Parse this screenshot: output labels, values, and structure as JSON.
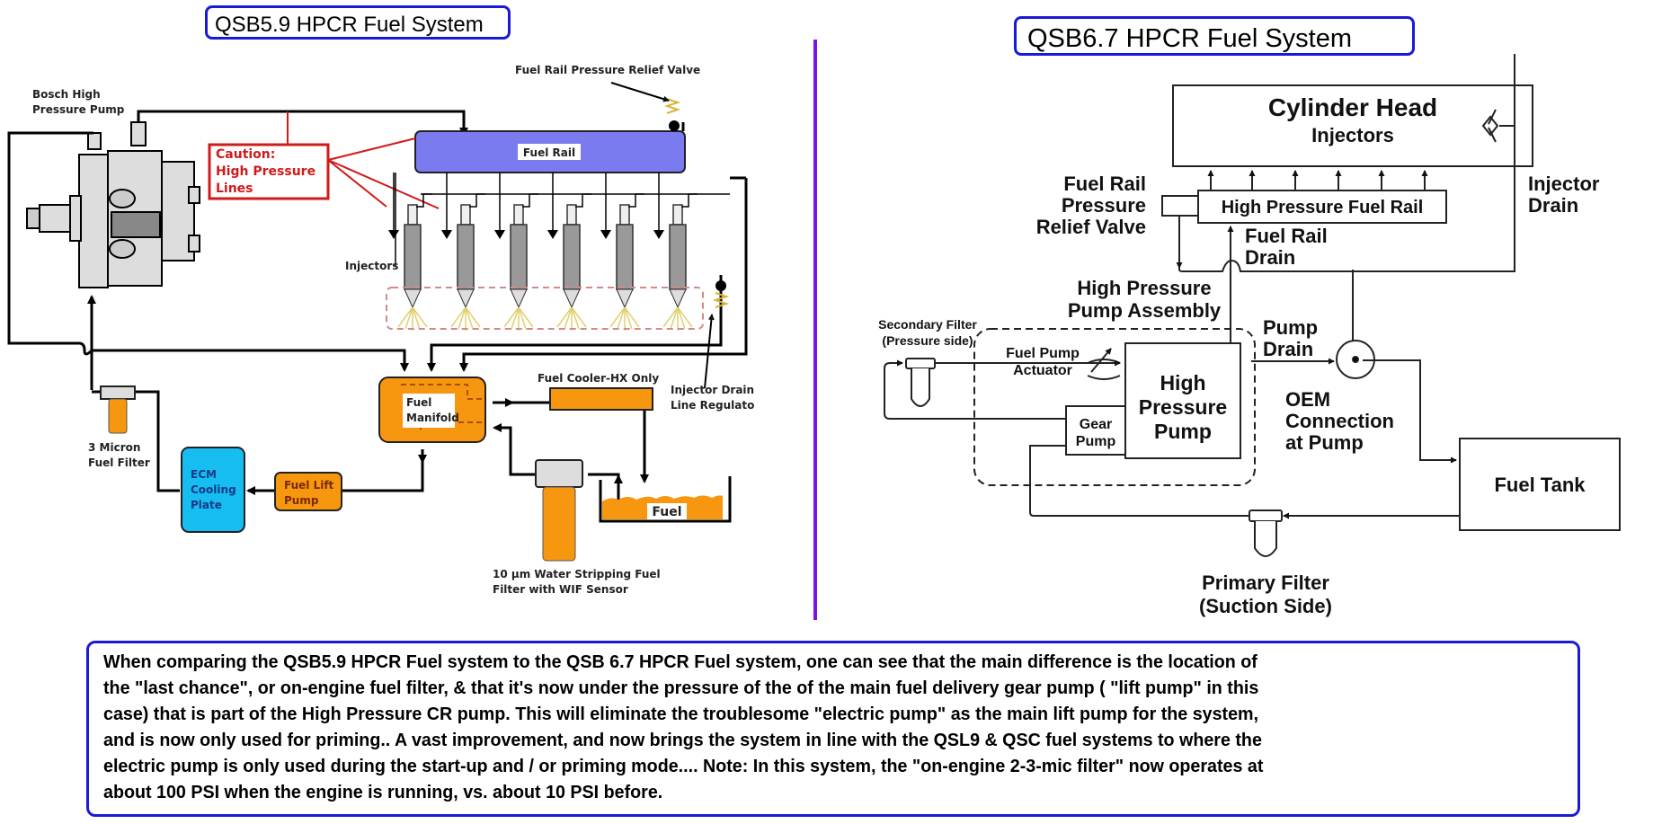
{
  "left_diagram": {
    "title": "QSB5.9 HPCR Fuel System",
    "labels": {
      "pump_line1": "Bosch High",
      "pump_line2": "Pressure Pump",
      "caution_line1": "Caution:",
      "caution_line2": "High Pressure",
      "caution_line3": "Lines",
      "relief_valve": "Fuel Rail Pressure Relief Valve",
      "fuel_rail": "Fuel Rail",
      "injectors": "Injectors",
      "manifold_line1": "Fuel",
      "manifold_line2": "Manifold",
      "cooler": "Fuel Cooler-HX Only",
      "drain_reg_line1": "Injector Drain",
      "drain_reg_line2": "Line Regulato",
      "filter3_line1": "3 Micron",
      "filter3_line2": "Fuel Filter",
      "ecm_line1": "ECM",
      "ecm_line2": "Cooling",
      "ecm_line3": "Plate",
      "lift_line1": "Fuel Lift",
      "lift_line2": "Pump",
      "fuel_tank": "Fuel",
      "filter10_line1": "10 µm Water Stripping Fuel",
      "filter10_line2": "Filter with WIF Sensor"
    },
    "injector_count": 6,
    "colors": {
      "rail": "#7b7bf0",
      "orange": "#f7960f",
      "ecm": "#16bdf0",
      "caution": "#d11a1a"
    }
  },
  "right_diagram": {
    "title": "QSB6.7 HPCR Fuel System",
    "labels": {
      "head_title": "Cylinder Head",
      "head_sub": "Injectors",
      "hp_rail": "High Pressure Fuel Rail",
      "relief_line1": "Fuel Rail",
      "relief_line2": "Pressure",
      "relief_line3": "Relief Valve",
      "rail_drain_line1": "Fuel Rail",
      "rail_drain_line2": "Drain",
      "injector_drain_line1": "Injector",
      "injector_drain_line2": "Drain",
      "assembly_line1": "High Pressure",
      "assembly_line2": "Pump Assembly",
      "secondary_line1": "Secondary Filter",
      "secondary_line2": "(Pressure side)",
      "actuator_line1": "Fuel Pump",
      "actuator_line2": "Actuator",
      "hpp_line1": "High",
      "hpp_line2": "Pressure",
      "hpp_line3": "Pump",
      "gear_line1": "Gear",
      "gear_line2": "Pump",
      "pump_drain_line1": "Pump",
      "pump_drain_line2": "Drain",
      "oem_line1": "OEM",
      "oem_line2": "Connection",
      "oem_line3": "at Pump",
      "tank": "Fuel Tank",
      "primary_line1": "Primary Filter",
      "primary_line2": "(Suction Side)"
    }
  },
  "note": {
    "text": "When comparing the QSB5.9 HPCR Fuel system to the QSB 6.7 HPCR Fuel system, one can see that the main difference is the location of\nthe \"last chance\", or on-engine fuel filter,  & that it's now under the pressure of the of the main fuel delivery gear pump ( \"lift pump\" in this\ncase)  that is part of the High Pressure CR pump. This  will eliminate the troublesome \"electric pump\" as the main lift pump for the system,\nand is now only used for priming.. A vast improvement,  and now brings the system in line with the QSL9 & QSC fuel systems to where the\nelectric pump  is only used during the start-up and / or priming mode.... Note:  In this system, the \"on-engine 2-3-mic filter\" now operates at\nabout 100 PSI when the engine is running, vs. about 10 PSI before."
  }
}
